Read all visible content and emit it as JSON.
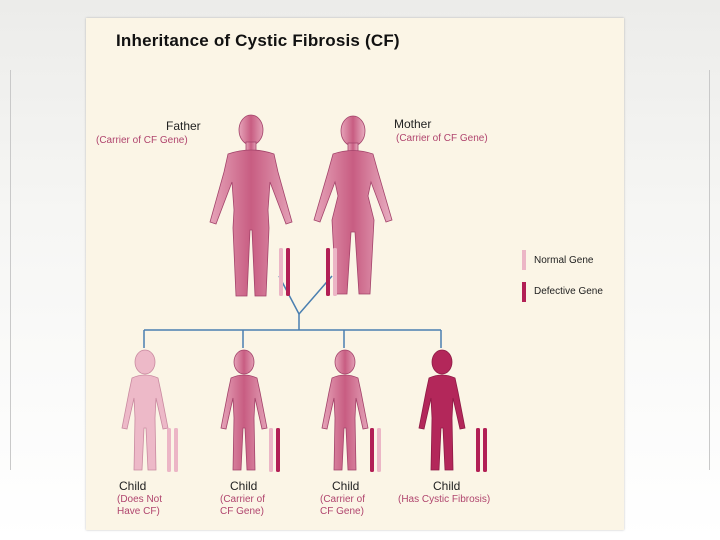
{
  "title": "Inheritance of Cystic Fibrosis (CF)",
  "parents": [
    {
      "role": "Father",
      "status": "(Carrier of CF Gene)"
    },
    {
      "role": "Mother",
      "status": "(Carrier of CF Gene)"
    }
  ],
  "children": [
    {
      "role": "Child",
      "status_line1": "(Does Not",
      "status_line2": "Have CF)"
    },
    {
      "role": "Child",
      "status_line1": "(Carrier of",
      "status_line2": "CF Gene)"
    },
    {
      "role": "Child",
      "status_line1": "(Carrier of",
      "status_line2": "CF Gene)"
    },
    {
      "role": "Child",
      "status_line1": "(Has Cystic Fibrosis)",
      "status_line2": ""
    }
  ],
  "legend": {
    "normal": {
      "label": "Normal Gene",
      "color": "#ecb6c6"
    },
    "defective": {
      "label": "Defective Gene",
      "color": "#b21f55"
    }
  },
  "colors": {
    "panel": "#fbf5e6",
    "line": "#4a7fb0",
    "status_text": "#b0456e"
  }
}
